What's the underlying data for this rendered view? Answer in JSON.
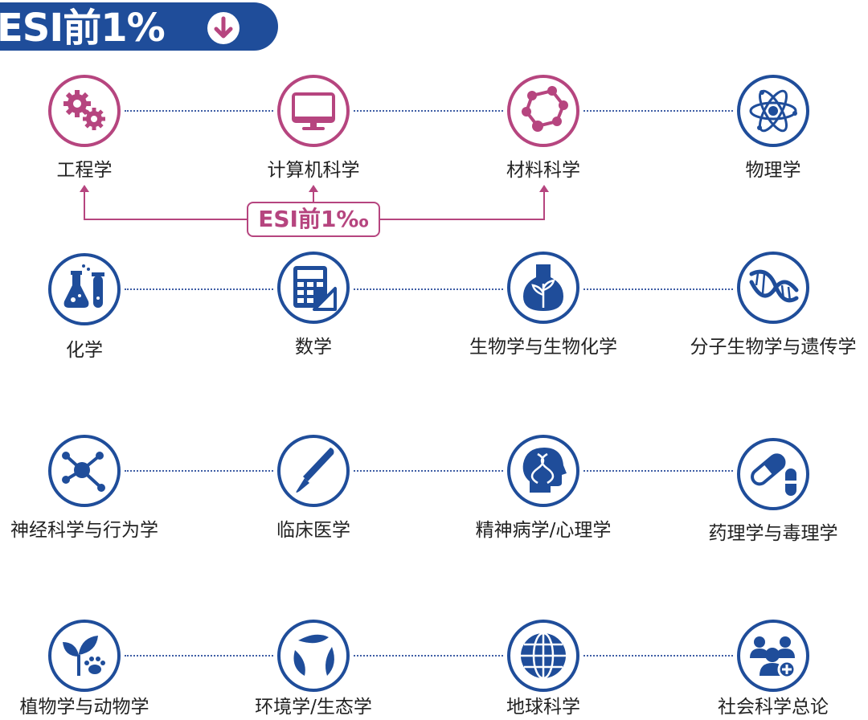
{
  "header": {
    "title": "ESI前1%",
    "arrow_icon": "arrow-down-circle-icon"
  },
  "colors": {
    "brand_blue": "#1f4d9a",
    "accent_magenta": "#b6457f",
    "connector": "#3f5ea5"
  },
  "bracket": {
    "label": "ESI前1‰"
  },
  "rows": [
    {
      "items": [
        {
          "label": "工程学",
          "icon": "gears-icon",
          "accent": true
        },
        {
          "label": "计算机科学",
          "icon": "computer-monitor-icon",
          "accent": true
        },
        {
          "label": "材料科学",
          "icon": "molecule-ring-icon",
          "accent": true
        },
        {
          "label": "物理学",
          "icon": "atom-icon",
          "accent": false
        }
      ]
    },
    {
      "items": [
        {
          "label": "化学",
          "icon": "lab-flasks-icon",
          "accent": false
        },
        {
          "label": "数学",
          "icon": "calculator-icon",
          "accent": false
        },
        {
          "label": "生物学与生物化学",
          "icon": "plant-flask-icon",
          "accent": false
        },
        {
          "label": "分子生物学与遗传学",
          "icon": "dna-helix-icon",
          "accent": false
        }
      ]
    },
    {
      "items": [
        {
          "label": "神经科学与行为学",
          "icon": "neuron-network-icon",
          "accent": false
        },
        {
          "label": "临床医学",
          "icon": "scalpel-icon",
          "accent": false
        },
        {
          "label": "精神病学/心理学",
          "icon": "head-dna-icon",
          "accent": false
        },
        {
          "label": "药理学与毒理学",
          "icon": "pills-icon",
          "accent": false
        }
      ]
    },
    {
      "items": [
        {
          "label": "植物学与动物学",
          "icon": "sprout-paw-icon",
          "accent": false
        },
        {
          "label": "环境学/生态学",
          "icon": "leaves-cycle-icon",
          "accent": false
        },
        {
          "label": "地球科学",
          "icon": "globe-icon",
          "accent": false
        },
        {
          "label": "社会科学总论",
          "icon": "people-group-icon",
          "accent": false
        }
      ]
    }
  ]
}
